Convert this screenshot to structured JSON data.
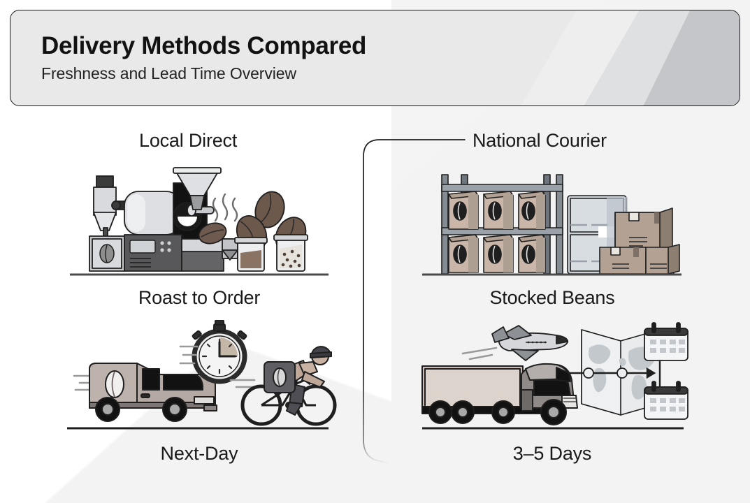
{
  "header": {
    "title": "Delivery Methods Compared",
    "subtitle": "Freshness and Lead Time Overview"
  },
  "columns": [
    {
      "name": "local-direct",
      "label": "Local Direct"
    },
    {
      "name": "national-courier",
      "label": "National Courier"
    }
  ],
  "cells": {
    "roast_to_order": {
      "caption": "Roast to Order",
      "illustration": "coffee-roaster-illustration"
    },
    "stocked_beans": {
      "caption": "Stocked Beans",
      "illustration": "warehouse-shelf-illustration"
    },
    "next_day": {
      "caption": "Next-Day",
      "illustration": "delivery-van-cyclist-illustration"
    },
    "three_to_five_days": {
      "caption": "3–5 Days",
      "illustration": "semi-truck-airplane-map-illustration"
    }
  },
  "colors": {
    "banner_fill": "#e9e9e9",
    "banner_border": "#1b1b1b",
    "right_panel_fill": "#f4f4f4",
    "text_primary": "#1a1a1a",
    "ink": "#1f1f1f",
    "bean_brown": "#6e5a4e",
    "kraft_tan": "#c9b6a8",
    "metal_gray": "#9aa0a6",
    "dark_gray": "#4a4a4a"
  }
}
